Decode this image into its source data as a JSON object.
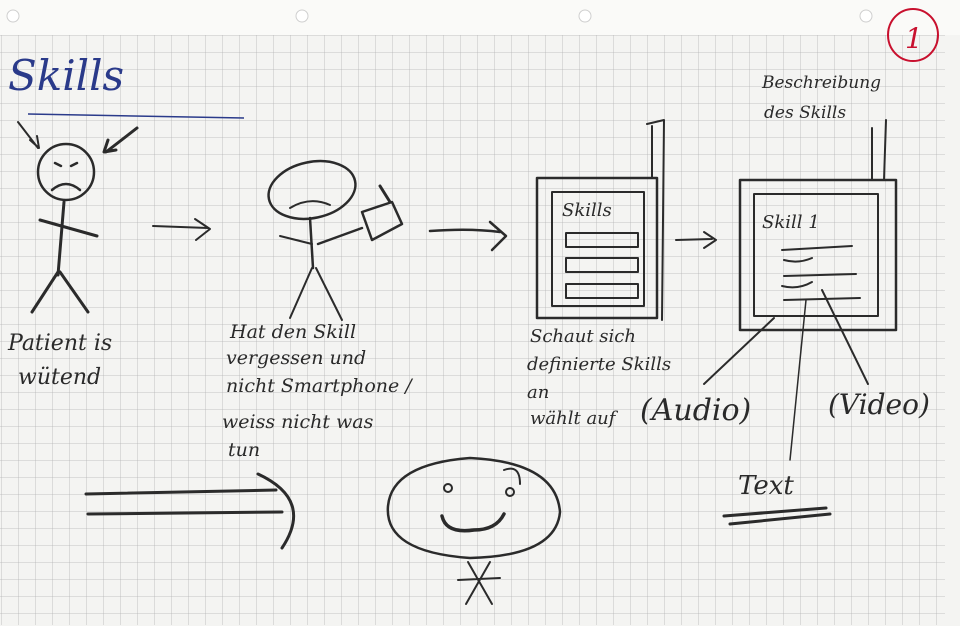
{
  "page_number": "1",
  "title": "Skills",
  "steps": [
    {
      "caption_lines": [
        "Patient is",
        "wütend"
      ]
    },
    {
      "caption_lines": [
        "Hat den Skill",
        "vergessen und",
        "nicht Smartphone /",
        "weiss nicht was",
        "tun"
      ]
    },
    {
      "caption_lines": [
        "Schaut sich",
        "definierte Skills",
        "an",
        "wählt auf"
      ]
    },
    {
      "screen_labels": [
        "Skills",
        "Skill 1"
      ]
    }
  ],
  "annotations": {
    "description": [
      "Beschreibung",
      "des Skills"
    ],
    "audio": "(Audio)",
    "video": "(Video)",
    "text": "Text"
  },
  "colors": {
    "ink": "#2b2b2b",
    "grid": "#b5b5b5",
    "paper": "#f4f4f2",
    "page_circle": "#c8102e",
    "title_underline": "#2a3a8a"
  }
}
